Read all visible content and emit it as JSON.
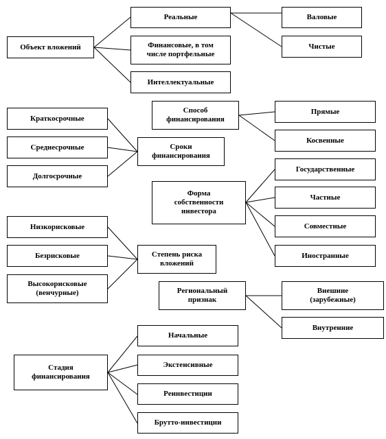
{
  "colors": {
    "line": "#000000",
    "box_border": "#000000",
    "background": "#ffffff"
  },
  "nodes": {
    "object": "Объект вложений",
    "real": "Реальные",
    "financial": "Финансовые, в том\nчисле портфельные",
    "intellectual": "Интеллектуальные",
    "gross": "Валовые",
    "net": "Чистые",
    "short_term": "Краткосрочные",
    "mid_term": "Среднесрочные",
    "long_term": "Долгосрочные",
    "terms": "Сроки\nфинансирования",
    "method": "Способ\nфинансирования",
    "direct": "Прямые",
    "indirect": "Косвенные",
    "ownership": "Форма\nсобственности\nинвестора",
    "state": "Государственные",
    "private": "Частные",
    "joint": "Совместные",
    "foreign": "Иностранные",
    "low_risk": "Низкорисковые",
    "riskless": "Безрисковые",
    "high_risk": "Высокорисковые\n(венчурные)",
    "risk": "Степень  риска\nвложений",
    "regional": "Региональный\nпризнак",
    "external": "Внешние\n(зарубежные)",
    "internal": "Внутренние",
    "stage": "Стадия\nфинансирования",
    "initial": "Начальные",
    "extensive": "Экстенсивные",
    "reinvest": "Реинвестиции",
    "gross_invest": "Брутто-инвестиции"
  }
}
